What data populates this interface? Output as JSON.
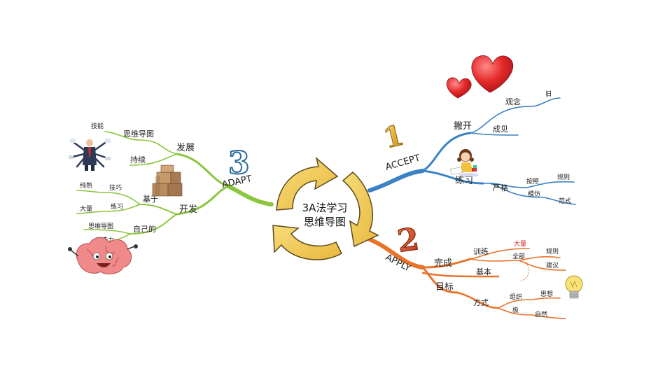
{
  "center": {
    "line1": "3A法学习",
    "line2": "思维导图"
  },
  "colors": {
    "accept": "#3b82c4",
    "apply": "#e8732a",
    "adapt": "#8cc63f",
    "arrows": "#f2c94c",
    "heart": "#e0282e"
  },
  "accept": {
    "number": "1",
    "label": "ACCEPT",
    "branch1": {
      "label": "撇开",
      "sub1": "观念",
      "sub1_leaf": "旧",
      "sub2": "成见"
    },
    "branch2": {
      "label": "练习",
      "sub": "严格",
      "sub_a": "按照",
      "sub_a_leaf": "规则",
      "sub_b": "模仿",
      "sub_b_leaf": "范式"
    }
  },
  "apply": {
    "number": "2",
    "label": "APPLY",
    "branch1": {
      "label": "完成",
      "sub1": "训练",
      "sub1_a": "大量",
      "sub1_b": "全部",
      "sub1_b_leaf1": "规则",
      "sub1_b_leaf2": "建议",
      "sub2": "基本"
    },
    "branch2": {
      "label": "目标",
      "sub": "方式",
      "sub_a": "组织",
      "sub_a_leaf": "思想",
      "sub_b": "极",
      "sub_b_leaf": "自然"
    }
  },
  "adapt": {
    "number": "3",
    "label": "ADAPT",
    "branch1": {
      "label": "发展",
      "sub1": "思维导图",
      "sub1_leaf": "技能",
      "sub2": "持续"
    },
    "branch2": {
      "label": "开发",
      "sub1": "基于",
      "sub1_a": "技巧",
      "sub1_a_leaf": "纯熟",
      "sub1_b": "练习",
      "sub1_b_leaf": "大量",
      "sub2": "自己的",
      "sub2_a": "思维导图",
      "sub2_b": "创造力"
    }
  }
}
